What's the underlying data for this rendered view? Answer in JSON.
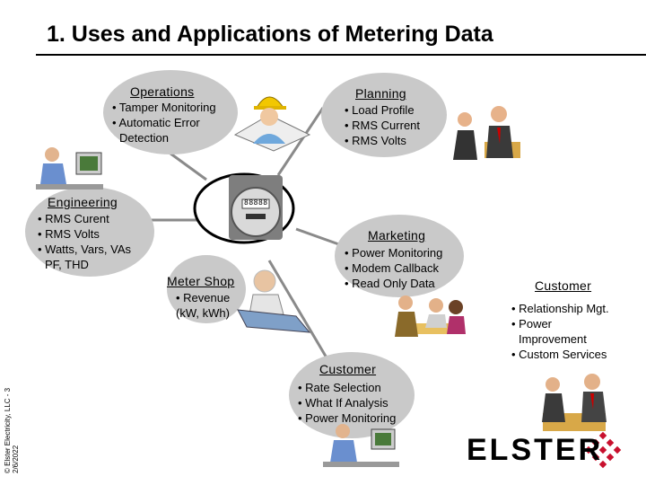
{
  "title": "1.  Uses and Applications of Metering Data",
  "nodes": {
    "operations": {
      "heading": "Operations",
      "items": [
        "• Tamper Monitoring",
        "• Automatic Error",
        "  Detection"
      ]
    },
    "planning": {
      "heading": "Planning",
      "items": [
        "• Load Profile",
        "• RMS Current",
        "• RMS Volts"
      ]
    },
    "engineering": {
      "heading": "Engineering",
      "items": [
        "• RMS Curent",
        "• RMS Volts",
        "• Watts, Vars, VAs",
        "  PF, THD"
      ]
    },
    "marketing": {
      "heading": "Marketing",
      "items": [
        "• Power Monitoring",
        "• Modem Callback",
        "• Read Only Data"
      ]
    },
    "meter_shop": {
      "heading": "Meter Shop",
      "items": [
        "• Revenue",
        "(kW, kWh)"
      ]
    },
    "customer_bottom": {
      "heading": "Customer",
      "items": [
        "• Rate Selection",
        "• What If Analysis",
        "• Power Monitoring"
      ]
    },
    "customer_right": {
      "heading": "Customer",
      "items": [
        "• Relationship Mgt.",
        "• Power",
        "  Improvement",
        "• Custom Services"
      ]
    }
  },
  "meter_face": {
    "digits": "88888"
  },
  "copyright": {
    "line1": "© Elster Electricity, LLC - 3",
    "line2": "2/6/2022"
  },
  "logo": {
    "text": "ELSTER"
  },
  "icons": [
    "worker-with-hardhat-icon",
    "businessmen-meeting-icon",
    "engineer-at-computer-icon",
    "electric-meter-icon",
    "technician-at-desk-icon",
    "marketing-team-icon",
    "customer-at-computer-icon",
    "customer-handshake-icon",
    "elster-logo-icon"
  ],
  "colors": {
    "ellipse_fill": "#c9c9c9",
    "center_circle_fill": "#ffffff",
    "line": "#888888",
    "logo_red": "#c8102e"
  }
}
